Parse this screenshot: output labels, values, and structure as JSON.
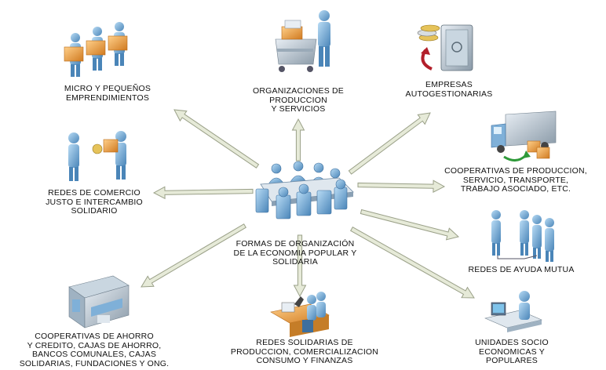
{
  "center": {
    "label_lines": [
      "FORMAS DE ORGANIZACIÓN",
      "DE LA ECONOMIA POPULAR Y",
      "SOLIDARIA"
    ],
    "icon": "meeting-table-icon"
  },
  "nodes": {
    "micro": {
      "lines": [
        "MICRO Y PEQUEÑOS",
        "EMPRENDIMIENTOS"
      ],
      "icon": "people-carrying-boxes-icon"
    },
    "organizaciones": {
      "lines": [
        "ORGANIZACIONES DE",
        "PRODUCCION",
        "Y SERVICIOS"
      ],
      "icon": "worker-with-cart-icon"
    },
    "empresas": {
      "lines": [
        "EMPRESAS",
        "AUTOGESTIONARIAS"
      ],
      "icon": "money-safe-icon"
    },
    "cooperativas_produccion": {
      "lines": [
        "COOPERATIVAS DE PRODUCCION,",
        "SERVICIO, TRANSPORTE,",
        "TRABAJO ASOCIADO, ETC."
      ],
      "icon": "delivery-truck-icon"
    },
    "redes_comercio": {
      "lines": [
        "REDES DE COMERCIO",
        "JUSTO E INTERCAMBIO",
        "SOLIDARIO"
      ],
      "icon": "people-exchanging-box-icon"
    },
    "redes_ayuda": {
      "lines": [
        "REDES DE AYUDA MUTUA"
      ],
      "icon": "connected-people-icon"
    },
    "cooperativas_ahorro": {
      "lines": [
        "COOPERATIVAS DE AHORRO",
        "Y CREDITO, CAJAS DE AHORRO,",
        "BANCOS COMUNALES, CAJAS",
        "SOLIDARIAS, FUNDACIONES Y ONG."
      ],
      "icon": "bank-building-icon"
    },
    "redes_solidarias": {
      "lines": [
        "REDES SOLIDARIAS DE",
        "PRODUCCION, COMERCIALIZACION",
        "CONSUMO Y FINANZAS"
      ],
      "icon": "office-workers-icon"
    },
    "unidades": {
      "lines": [
        "UNIDADES SOCIO",
        "ECONOMICAS Y",
        "POPULARES"
      ],
      "icon": "person-at-computer-icon"
    }
  },
  "colors": {
    "arrow_fill": "#e6ead8",
    "arrow_stroke": "#9aa088",
    "person": "#7fb0d8",
    "person_dark": "#3d6f9e",
    "box": "#f0a040",
    "box_dark": "#b86a18"
  }
}
